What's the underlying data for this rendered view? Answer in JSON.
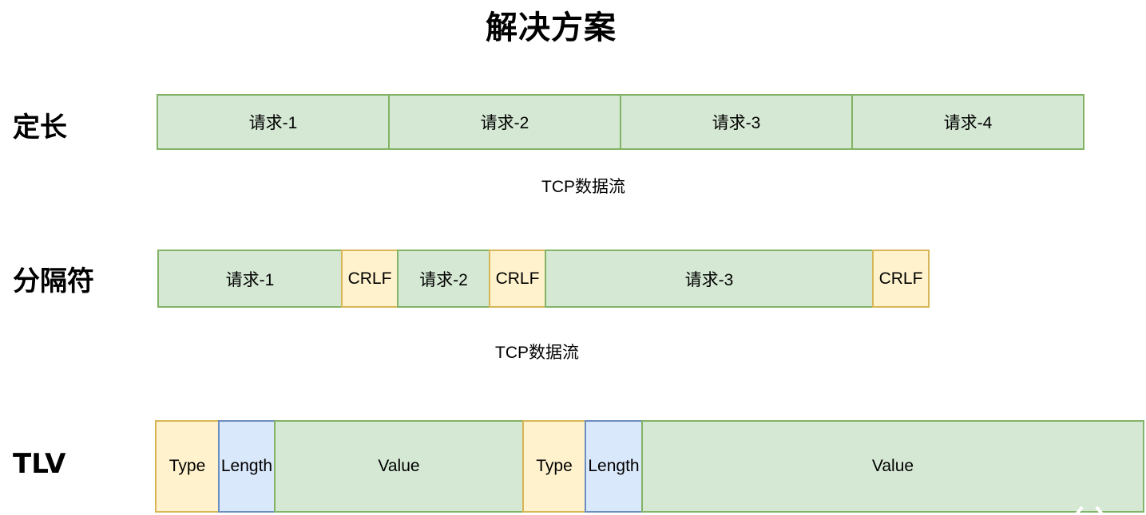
{
  "title": "解决方案",
  "rows": [
    {
      "label": "定长",
      "caption": "TCP数据流",
      "cells": [
        {
          "text": "请求-1",
          "color": "green"
        },
        {
          "text": "请求-2",
          "color": "green"
        },
        {
          "text": "请求-3",
          "color": "green"
        },
        {
          "text": "请求-4",
          "color": "green"
        }
      ]
    },
    {
      "label": "分隔符",
      "caption": "TCP数据流",
      "cells": [
        {
          "text": "请求-1",
          "color": "green"
        },
        {
          "text": "CRLF",
          "color": "yellow"
        },
        {
          "text": "请求-2",
          "color": "green"
        },
        {
          "text": "CRLF",
          "color": "yellow"
        },
        {
          "text": "请求-3",
          "color": "green"
        },
        {
          "text": "CRLF",
          "color": "yellow"
        }
      ]
    },
    {
      "label": "TLV",
      "cells": [
        {
          "text": "Type",
          "color": "yellow"
        },
        {
          "text": "Length",
          "color": "blue"
        },
        {
          "text": "Value",
          "color": "green"
        },
        {
          "text": "Type",
          "color": "yellow"
        },
        {
          "text": "Length",
          "color": "blue"
        },
        {
          "text": "Value",
          "color": "green"
        }
      ]
    }
  ],
  "colors": {
    "green_fill": "#d5e8d4",
    "green_border": "#82b366",
    "yellow_fill": "#fff2cc",
    "yellow_border": "#d6b656",
    "blue_fill": "#dae8fc",
    "blue_border": "#6c8ebf"
  }
}
